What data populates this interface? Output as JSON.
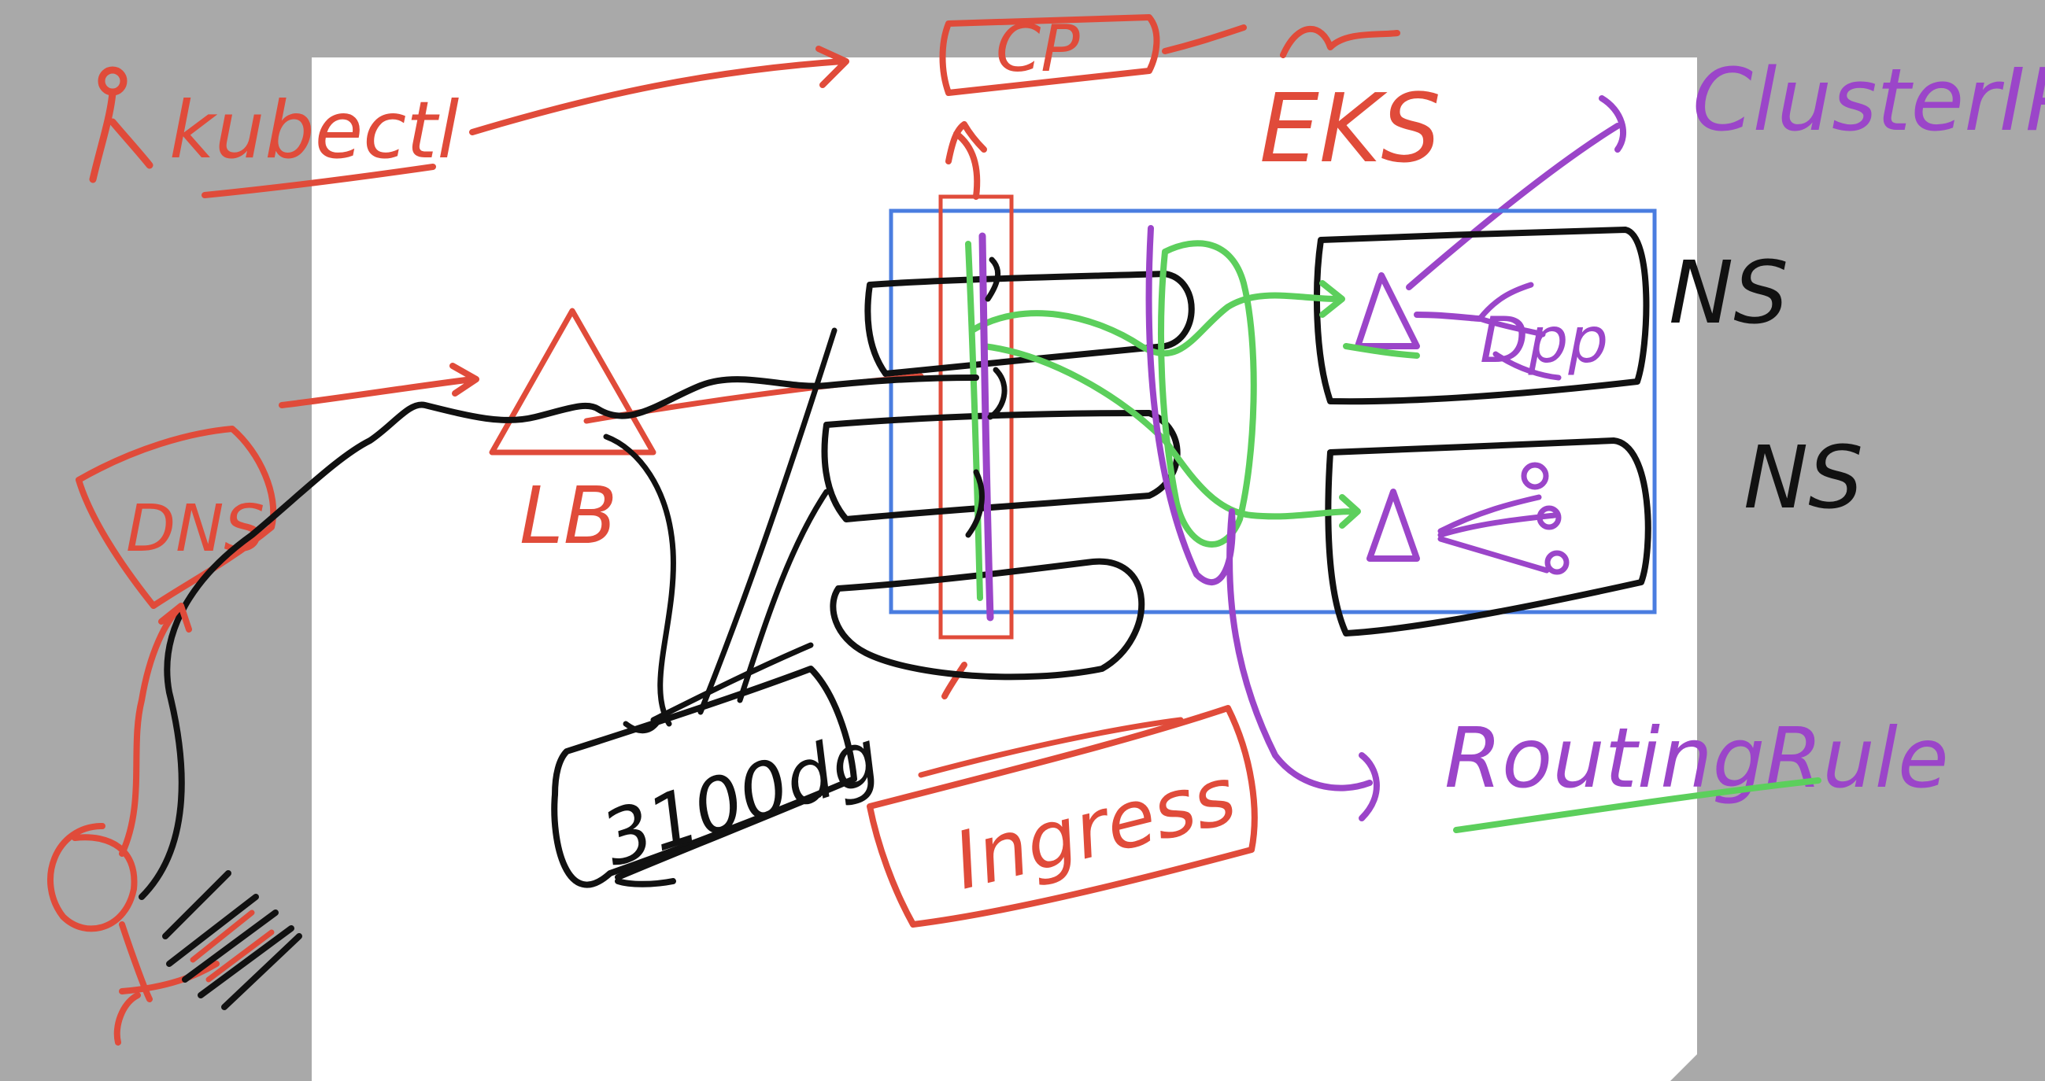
{
  "colors": {
    "canvas_bg": "#a9a9a9",
    "page_bg": "#ffffff",
    "red": "#e04b3a",
    "black": "#111111",
    "purple": "#9b45c9",
    "green": "#5ccf5c",
    "blue": "#4a7de0"
  },
  "labels": {
    "kubectl": "kubectl",
    "cp": "CP",
    "eks": "EKS",
    "cluster_ip": "ClusterIP",
    "lb": "LB",
    "dns": "DNS",
    "ns_top": "NS",
    "ns_bottom": "NS",
    "dns_record": "3100dg",
    "ingress": "Ingress",
    "routing_rule": "RoutingRule",
    "pod_label_top": "Dpp"
  },
  "icons": {
    "user_top": "stick-figure-icon",
    "user_bottom": "stick-figure-icon",
    "lb": "triangle-icon",
    "service_top": "triangle-icon",
    "service_bottom": "triangle-icon"
  }
}
